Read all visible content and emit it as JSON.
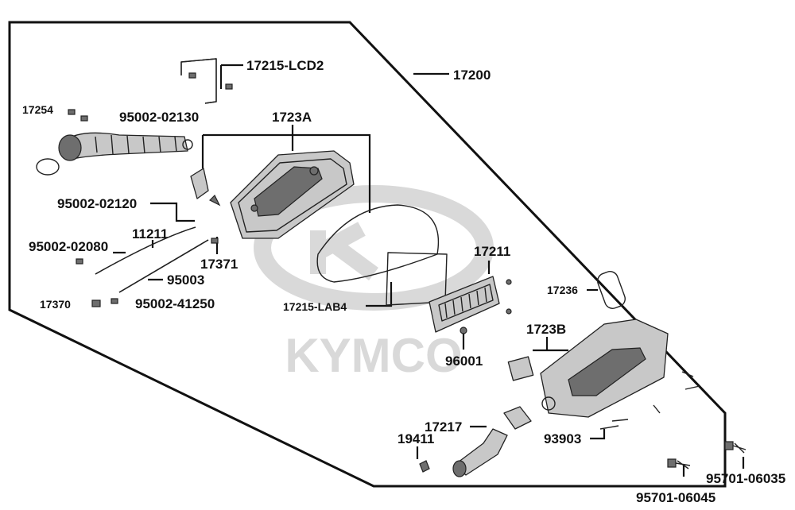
{
  "brand": {
    "watermark": "KYMCO"
  },
  "labels": {
    "p17215_lcd2": "17215-LCD2",
    "p17200": "17200",
    "p17254": "17254",
    "p95002_02130": "95002-02130",
    "p1723a": "1723A",
    "p95002_02120": "95002-02120",
    "p11211": "11211",
    "p95002_02080": "95002-02080",
    "p17371": "17371",
    "p95003": "95003",
    "p17370": "17370",
    "p95002_41250": "95002-41250",
    "p17211": "17211",
    "p17236": "17236",
    "p17215_lab4": "17215-LAB4",
    "p1723b": "1723B",
    "p96001": "96001",
    "p17217": "17217",
    "p19411": "19411",
    "p93903": "93903",
    "p95701_06035": "95701-06035",
    "p95701_06045": "95701-06045"
  }
}
